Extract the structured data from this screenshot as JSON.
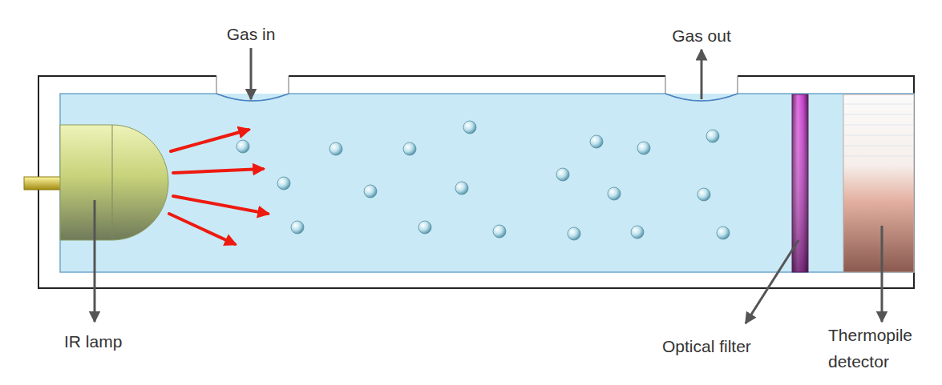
{
  "diagram": {
    "labels": [
      "Gas in",
      "Gas out",
      "IR lamp",
      "Optical filter",
      "Thermopile detector"
    ]
  }
}
